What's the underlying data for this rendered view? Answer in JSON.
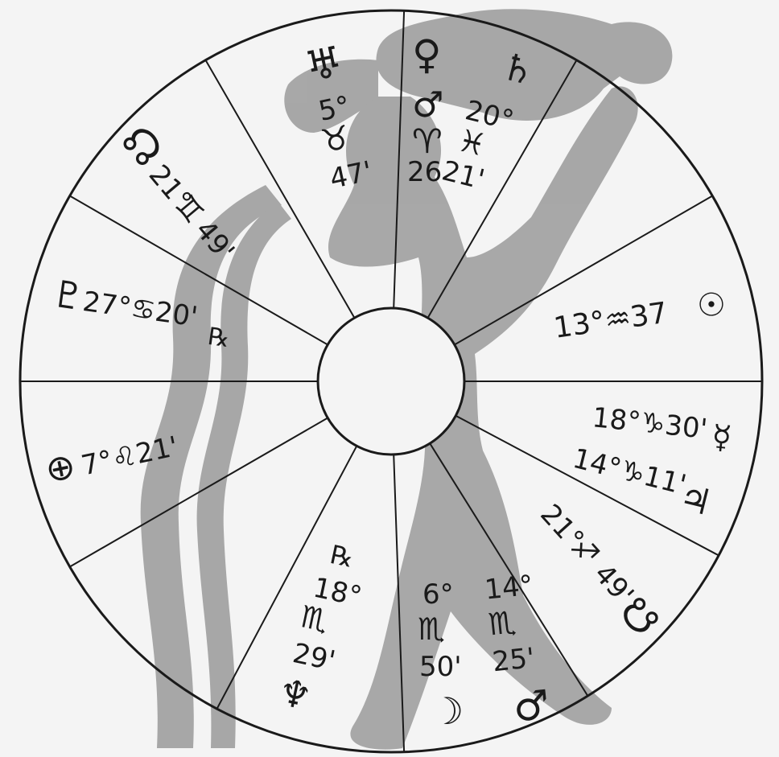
{
  "chart": {
    "colors": {
      "ink": "#1a1a1a",
      "background": "#f4f4f4",
      "silhouette": "#9a9a9a"
    },
    "illustration": "water-bearer-silhouette",
    "placements": {
      "uranus": {
        "glyph": "♅",
        "degree": "5°",
        "sign": "♉",
        "minute": "47'"
      },
      "venus": {
        "glyph": "♀",
        "sign": "♈",
        "degree": "26"
      },
      "saturn": {
        "glyph": "♄",
        "degree": "20°",
        "sign": "♓",
        "minute": "21'"
      },
      "north_node": {
        "glyph": "☊",
        "degree": "21°",
        "sign": "♊",
        "minute": "49'"
      },
      "pluto": {
        "glyph": "♇",
        "text": "27°♋20'",
        "retro": "℞"
      },
      "sun": {
        "text": "13°♒37",
        "glyph": "☉"
      },
      "mercury": {
        "text": "18°♑30'",
        "glyph": "☿"
      },
      "jupiter": {
        "text": "14°♑11'",
        "glyph": "♃"
      },
      "part_of_fortune": {
        "glyph": "⊕",
        "text": "7°♌21'"
      },
      "south_node": {
        "degree": "21°",
        "sign": "♐",
        "minute": "49'",
        "glyph": "☋"
      },
      "neptune": {
        "retro": "℞",
        "degree": "18°",
        "sign": "♏",
        "minute": "29'",
        "glyph": "♆"
      },
      "moon": {
        "degree": "6°",
        "sign": "♏",
        "minute": "50'",
        "glyph": "☽"
      },
      "mars": {
        "degree": "14°",
        "sign": "♏",
        "minute": "25'",
        "glyph": "♂"
      }
    }
  }
}
